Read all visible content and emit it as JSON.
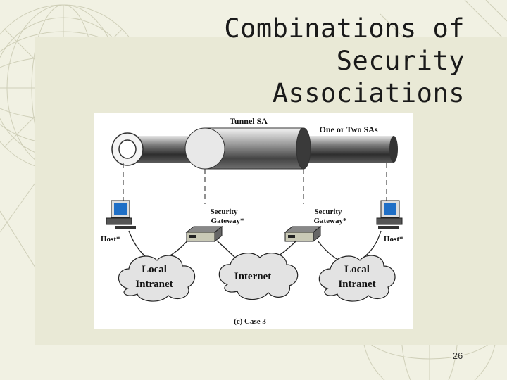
{
  "slide": {
    "title_line1": "Combinations of Security",
    "title_line2": "Associations",
    "page_number": "26"
  },
  "figure": {
    "tunnel_label": "Tunnel SA",
    "sa_label": "One or Two SAs",
    "left_gateway_line1": "Security",
    "left_gateway_line2": "Gateway*",
    "right_gateway_line1": "Security",
    "right_gateway_line2": "Gateway*",
    "left_host": "Host*",
    "right_host": "Host*",
    "left_cloud_line1": "Local",
    "left_cloud_line2": "Intranet",
    "center_cloud": "Internet",
    "right_cloud_line1": "Local",
    "right_cloud_line2": "Intranet",
    "caption": "(c) Case 3"
  },
  "colors": {
    "background": "#f1f1e3",
    "panel": "#e9e9d6",
    "line_art": "#cfcfb8"
  }
}
